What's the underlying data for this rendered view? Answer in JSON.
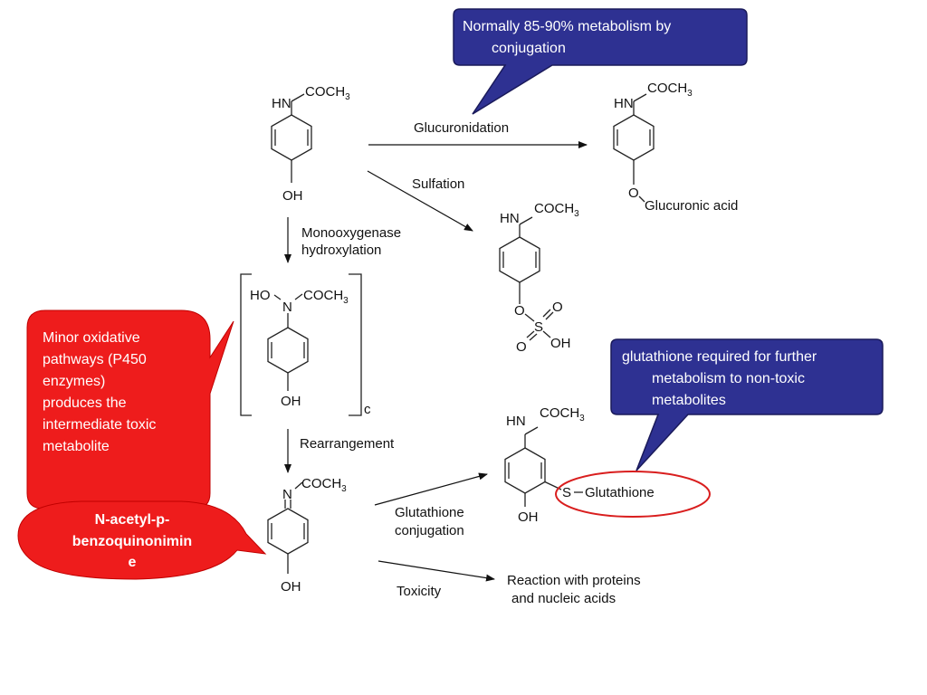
{
  "colors": {
    "callout_blue": "#2e3192",
    "callout_red": "#ee1c1c",
    "highlight_ring": "#d91e1e"
  },
  "callouts": {
    "conjugation_note": {
      "line1": "Normally 85-90% metabolism by",
      "line2": "conjugation"
    },
    "oxidative_note": {
      "lines": [
        "Minor oxidative",
        "pathways (P450",
        "enzymes)",
        "produces the",
        "intermediate toxic",
        "metabolite"
      ]
    },
    "napqi_label": {
      "lines": [
        "N-acetyl-p-",
        "benzoquinonimin",
        "e"
      ]
    },
    "glutathione_note": {
      "line1": "glutathione required  for further",
      "line2": "metabolism to non-toxic",
      "line3": "metabolites"
    }
  },
  "reactions": {
    "glucuronidation": "Glucuronidation",
    "sulfation": "Sulfation",
    "monooxygenase": {
      "line1": "Monooxygenase",
      "line2": "hydroxylation"
    },
    "rearrangement": "Rearrangement",
    "glutathione_conjugation": {
      "line1": "Glutathione",
      "line2": "conjugation"
    },
    "toxicity": "Toxicity"
  },
  "products": {
    "toxicity_result": {
      "line1": "Reaction with proteins",
      "line2": "and nucleic acids"
    }
  },
  "labels": {
    "hn": "HN",
    "ho": "HO",
    "oh": "OH",
    "n": "N",
    "o": "O",
    "s": "S",
    "coch": "COCH",
    "sub3": "3",
    "bracket_sub": "c",
    "glucuronic_acid": "Glucuronic acid",
    "glutathione": "Glutathione"
  }
}
